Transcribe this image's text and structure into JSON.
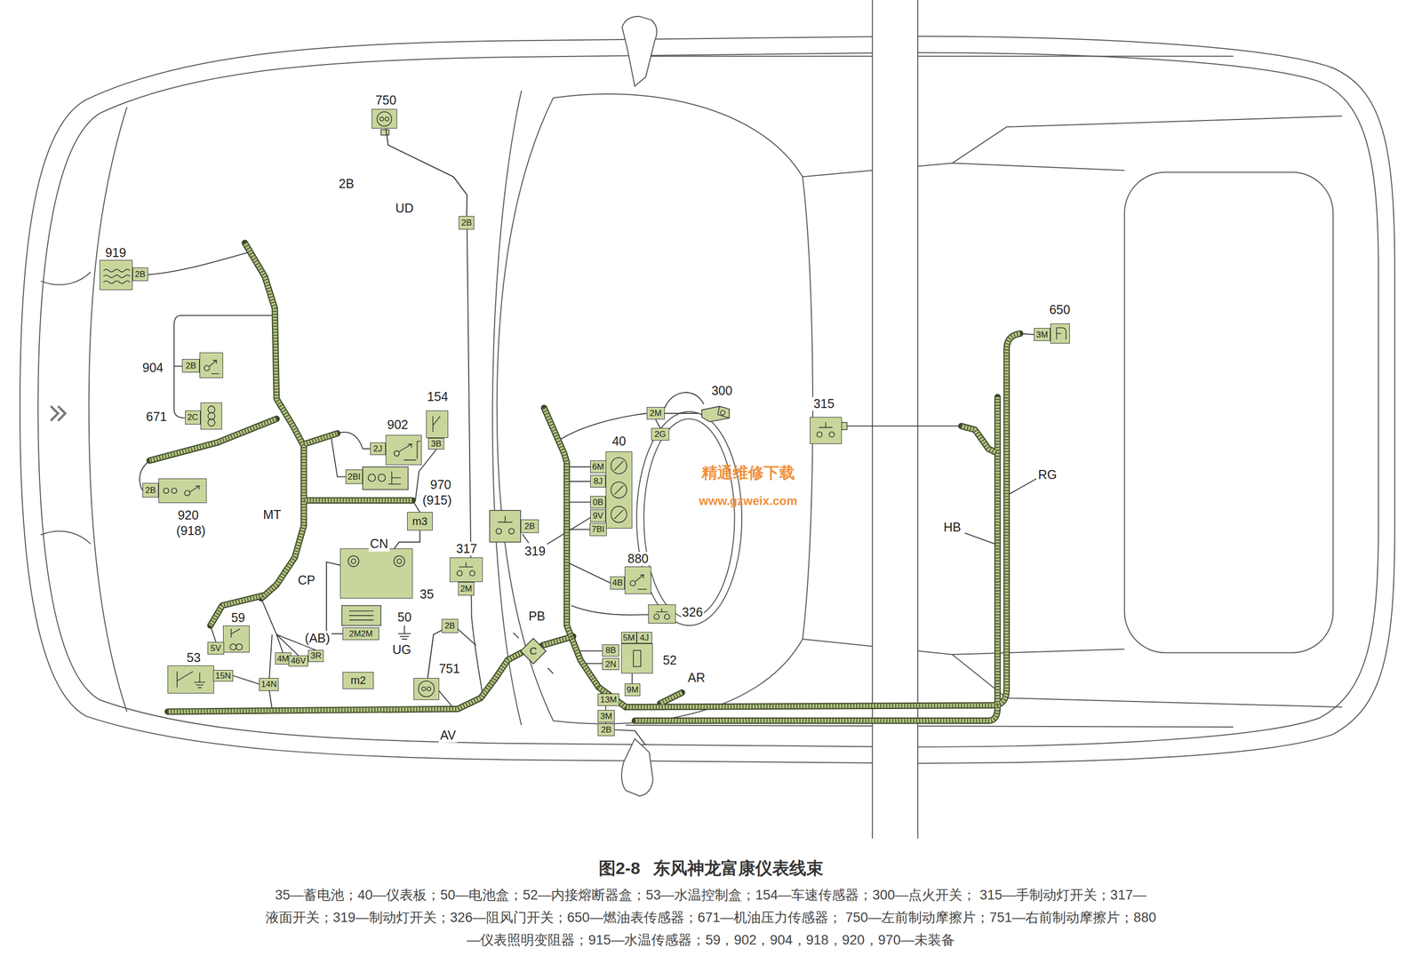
{
  "diagram": {
    "title": "图2-8 东风神龙富康仪表线束",
    "caption": "35—蓄电池；40—仪表板；50—电池盒；52—内接熔断器盒；53—水温控制盒；154—车速传感器；300—点火开关； 315—手制动灯开关；317—液面开关；319—制动灯开关；326—阻风门开关；650—燃油表传感器；671—机油压力传感器； 750—左前制动摩擦片；751—右前制动摩擦片；880—仪表照明变阻器；915—水温传感器；59，902，904，918，920，970—未装备",
    "nodes": [
      {
        "text": [
          "750"
        ]
      },
      {
        "text": [
          "2B"
        ]
      },
      {
        "text": [
          "919"
        ]
      },
      {
        "text": [
          "2B"
        ]
      },
      {
        "text": [
          "904"
        ]
      },
      {
        "text": [
          "2B"
        ]
      },
      {
        "text": [
          "671"
        ]
      },
      {
        "text": [
          "2C"
        ]
      },
      {
        "text": [
          "920",
          "(918)"
        ]
      },
      {
        "text": [
          "2B"
        ]
      },
      {
        "text": [
          "902"
        ]
      },
      {
        "text": [
          "2J"
        ]
      },
      {
        "text": [
          "2BI"
        ]
      },
      {
        "text": [
          "154"
        ]
      },
      {
        "text": [
          "3B"
        ]
      },
      {
        "text": [
          "m3"
        ]
      },
      {
        "text": [
          "35"
        ]
      },
      {
        "text": [
          "2M2M"
        ]
      },
      {
        "text": [
          "59"
        ]
      },
      {
        "text": [
          "5V"
        ]
      },
      {
        "text": [
          "53"
        ]
      },
      {
        "text": [
          "15N"
        ]
      },
      {
        "text": [
          "4M"
        ]
      },
      {
        "text": [
          "46V"
        ]
      },
      {
        "text": [
          "3R"
        ]
      },
      {
        "text": [
          "14N"
        ]
      },
      {
        "text": [
          "m2"
        ]
      },
      {
        "text": [
          "317"
        ]
      },
      {
        "text": [
          "2M"
        ]
      },
      {
        "text": [
          "2B"
        ]
      },
      {
        "text": [
          "751"
        ]
      },
      {
        "text": [
          "C"
        ]
      },
      {
        "text": [
          "2B"
        ]
      },
      {
        "text": [
          "40"
        ]
      },
      {
        "text": [
          "6M"
        ]
      },
      {
        "text": [
          "8J"
        ]
      },
      {
        "text": [
          "0B"
        ]
      },
      {
        "text": [
          "9V"
        ]
      },
      {
        "text": [
          "7BI"
        ]
      },
      {
        "text": [
          "300"
        ]
      },
      {
        "text": [
          "2M"
        ]
      },
      {
        "text": [
          "2G"
        ]
      },
      {
        "text": [
          "880"
        ]
      },
      {
        "text": [
          "4B"
        ]
      },
      {
        "text": [
          "326"
        ]
      },
      {
        "text": [
          "52"
        ]
      },
      {
        "text": [
          "5M"
        ]
      },
      {
        "text": [
          "4J"
        ]
      },
      {
        "text": [
          "8B"
        ]
      },
      {
        "text": [
          "2N"
        ]
      },
      {
        "text": [
          "9M"
        ]
      },
      {
        "text": [
          "13M"
        ]
      },
      {
        "text": [
          "3M"
        ]
      },
      {
        "text": [
          "2B"
        ]
      },
      {
        "text": [
          "315"
        ]
      },
      {
        "text": [
          "650"
        ]
      },
      {
        "text": [
          "3M"
        ]
      }
    ],
    "edges": [
      {
        "from": 0,
        "to": 1,
        "arrow": "none"
      },
      {
        "from": 16,
        "to": 15,
        "arrow": "none"
      },
      {
        "from": 16,
        "to": 17,
        "arrow": "none"
      },
      {
        "from": 29,
        "to": 30,
        "arrow": "none"
      },
      {
        "from": 40,
        "to": 39,
        "arrow": "none"
      }
    ],
    "labels": [
      "2B",
      "UD",
      "MT",
      "970",
      "(915)",
      "CN",
      "CP",
      "50",
      "(AB)",
      "UG",
      "AV",
      "PB",
      "319",
      "AR",
      "HB",
      "RG",
      "精通维修下载",
      "www.gzweix.com"
    ]
  }
}
